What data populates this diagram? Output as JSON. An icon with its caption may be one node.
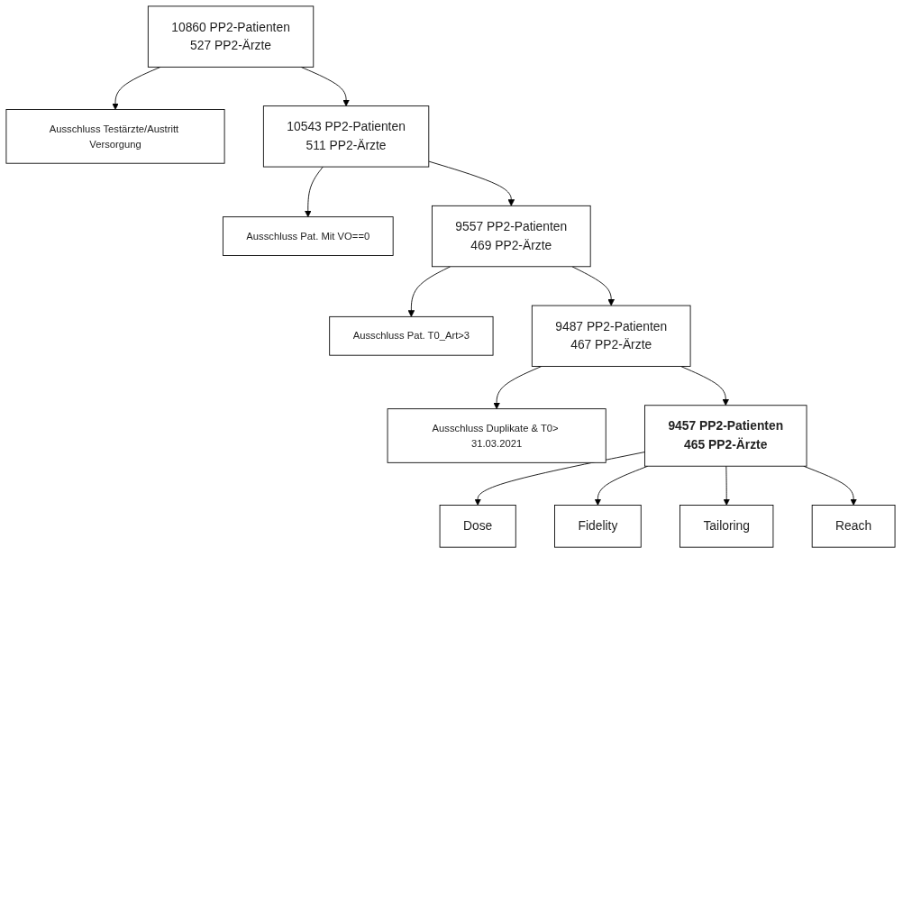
{
  "diagram": {
    "nodes": [
      {
        "text": [
          "10860 PP2-Patienten",
          "527 PP2-Ärzte"
        ]
      },
      {
        "text": [
          "Ausschluss Testärzte/Austritt Versorgung"
        ]
      },
      {
        "text": [
          "10543 PP2-Patienten",
          "511 PP2-Ärzte"
        ]
      },
      {
        "text": [
          "Ausschluss Pat. Mit VO==0"
        ]
      },
      {
        "text": [
          "9557 PP2-Patienten",
          "469 PP2-Ärzte"
        ]
      },
      {
        "text": [
          "Ausschluss Pat. T0_Art>3"
        ]
      },
      {
        "text": [
          "9487 PP2-Patienten",
          "467 PP2-Ärzte"
        ]
      },
      {
        "text": [
          "Ausschluss Duplikate & T0> 31.03.2021"
        ]
      },
      {
        "text": [
          "9457 PP2-Patienten",
          "465 PP2-Ärzte"
        ]
      },
      {
        "text": [
          "Dose"
        ]
      },
      {
        "text": [
          "Fidelity"
        ]
      },
      {
        "text": [
          "Tailoring"
        ]
      },
      {
        "text": [
          "Reach"
        ]
      }
    ],
    "edges": [
      {
        "from": 0,
        "to": 2,
        "arrow": "to"
      },
      {
        "from": 0,
        "to": 1,
        "arrow": "to"
      },
      {
        "from": 2,
        "to": 4,
        "arrow": "to"
      },
      {
        "from": 2,
        "to": 3,
        "arrow": "to"
      },
      {
        "from": 4,
        "to": 6,
        "arrow": "to"
      },
      {
        "from": 4,
        "to": 5,
        "arrow": "to"
      },
      {
        "from": 6,
        "to": 8,
        "arrow": "to"
      },
      {
        "from": 6,
        "to": 7,
        "arrow": "to"
      },
      {
        "from": 8,
        "to": 9,
        "arrow": "to"
      },
      {
        "from": 8,
        "to": 10,
        "arrow": "to"
      },
      {
        "from": 8,
        "to": 11,
        "arrow": "to"
      },
      {
        "from": 8,
        "to": 12,
        "arrow": "to"
      }
    ]
  }
}
